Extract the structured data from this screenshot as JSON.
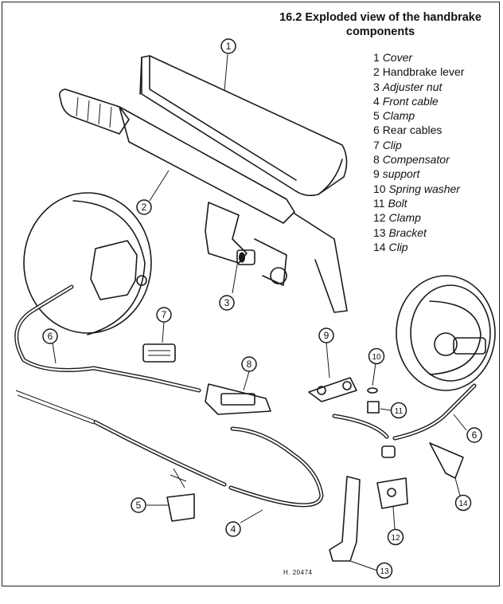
{
  "title_line1": "16.2 Exploded view of the handbrake",
  "title_line2": "components",
  "legend": [
    {
      "num": "1",
      "name": "Cover"
    },
    {
      "num": "2",
      "name": "Handbrake lever"
    },
    {
      "num": "3",
      "name": "Adjuster nut"
    },
    {
      "num": "4",
      "name": "Front cable"
    },
    {
      "num": "5",
      "name": "Clamp"
    },
    {
      "num": "6",
      "name": "Rear cables"
    },
    {
      "num": "7",
      "name": "Clip"
    },
    {
      "num": "8",
      "name": "Compensator"
    },
    {
      "num": "9",
      "name": "support"
    },
    {
      "num": "10",
      "name": "Spring washer"
    },
    {
      "num": "11",
      "name": "Bolt"
    },
    {
      "num": "12",
      "name": "Clamp"
    },
    {
      "num": "13",
      "name": "Bracket"
    },
    {
      "num": "14",
      "name": "Clip"
    }
  ],
  "callouts": [
    "1",
    "2",
    "3",
    "4",
    "5",
    "6",
    "7",
    "8",
    "9",
    "10",
    "11",
    "6",
    "12",
    "13",
    "14"
  ],
  "figure_ref": "H. 20474"
}
